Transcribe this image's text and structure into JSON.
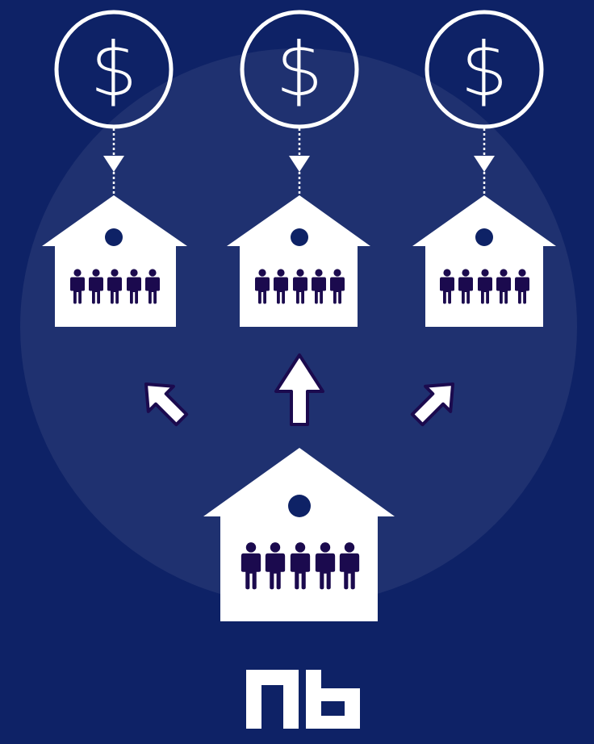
{
  "diagram": {
    "funding_symbols": [
      "$",
      "$",
      "$"
    ],
    "icons": {
      "funding": "dollar-coin-icon",
      "flow": "dotted-arrow-down-icon",
      "school": "schoolhouse-icon",
      "people": "people-group-icon",
      "split_arrows": "outward-arrow-icon",
      "logo": "nb-logo"
    },
    "people_per_house": 5,
    "logo_text": "Nb"
  },
  "colors": {
    "background": "#0e2266",
    "halo": "#1f3170",
    "foreground": "#ffffff",
    "figure": "#1b0a4e"
  }
}
